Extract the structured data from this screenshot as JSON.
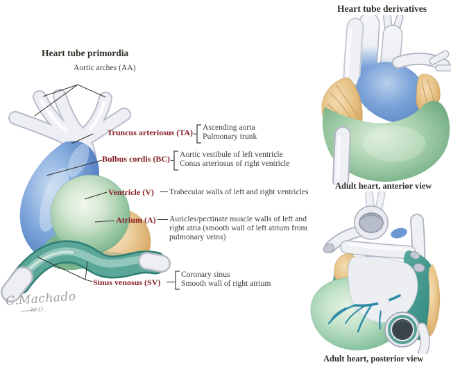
{
  "left": {
    "heading": "Heart tube primordia",
    "aortic_arches": "Aortic arches (AA)",
    "truncus": {
      "label": "Truncus arteriosus (TA)",
      "item1": "Ascending aorta",
      "item2": "Pulmonary trunk"
    },
    "bulbus": {
      "label": "Bulbus cordis (BC)",
      "item1": "Aortic vestibule of left ventricle",
      "item2": "Conus arteriosus of right ventricle"
    },
    "ventricle": {
      "label": "Ventricle (V)",
      "desc": "Trabecular walls of left and right ventricles"
    },
    "atrium": {
      "label": "Atrium (A)",
      "desc": "Auricles/pectinate muscle walls of left and right atria (smooth wall of left atrium from pulmonary veins)"
    },
    "sinus": {
      "label": "Sinus venosus (SV)",
      "item1": "Coronary sinus",
      "item2": "Smooth wall of right atrium"
    },
    "signature": "C.Machado",
    "signature_title": "M.D."
  },
  "right": {
    "heading": "Heart tube derivatives",
    "anterior_caption": "Adult heart, anterior view",
    "posterior_caption": "Adult heart, posterior view"
  },
  "colors": {
    "label_red": "#841f24",
    "text_dark": "#3a3a33",
    "truncus_blue": "#6b98d2",
    "ventricle_green": "#7eb88f",
    "atrium_tan": "#e6c284",
    "sinus_teal": "#57a095",
    "coronary_vein_teal": "#2f8ba4"
  }
}
